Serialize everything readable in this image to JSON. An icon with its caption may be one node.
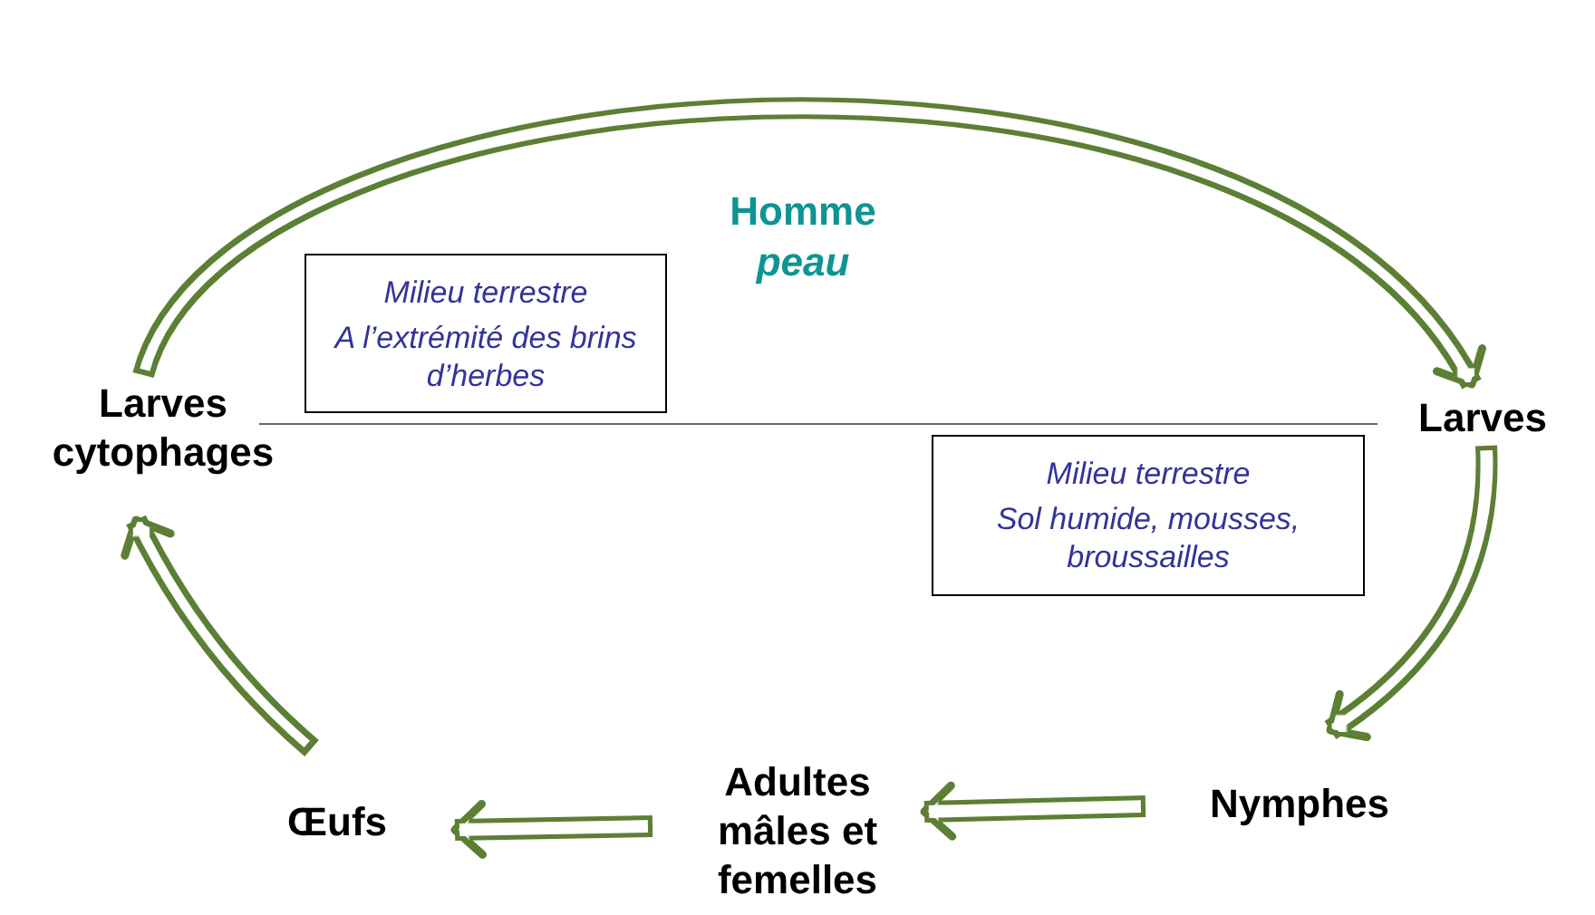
{
  "diagram": {
    "nodes": [
      {
        "text": [
          "Larves cytophages"
        ]
      },
      {
        "text": [
          "Larves"
        ]
      },
      {
        "text": [
          "Nymphes"
        ]
      },
      {
        "text": [
          "Adultes mâles et femelles"
        ]
      },
      {
        "text": [
          "Œufs"
        ]
      },
      {
        "text": [
          "Milieu terrestre",
          "A l’extrémité des brins d’herbes"
        ]
      },
      {
        "text": [
          "Milieu terrestre",
          "Sol humide, mousses, broussailles"
        ]
      }
    ],
    "edges": [
      {
        "from": 0,
        "to": 1,
        "arrow": "to"
      },
      {
        "from": 1,
        "to": 2,
        "arrow": "to"
      },
      {
        "from": 2,
        "to": 3,
        "arrow": "to"
      },
      {
        "from": 3,
        "to": 4,
        "arrow": "to"
      },
      {
        "from": 4,
        "to": 0,
        "arrow": "to"
      }
    ],
    "labels": [
      "Homme",
      "peau"
    ]
  }
}
